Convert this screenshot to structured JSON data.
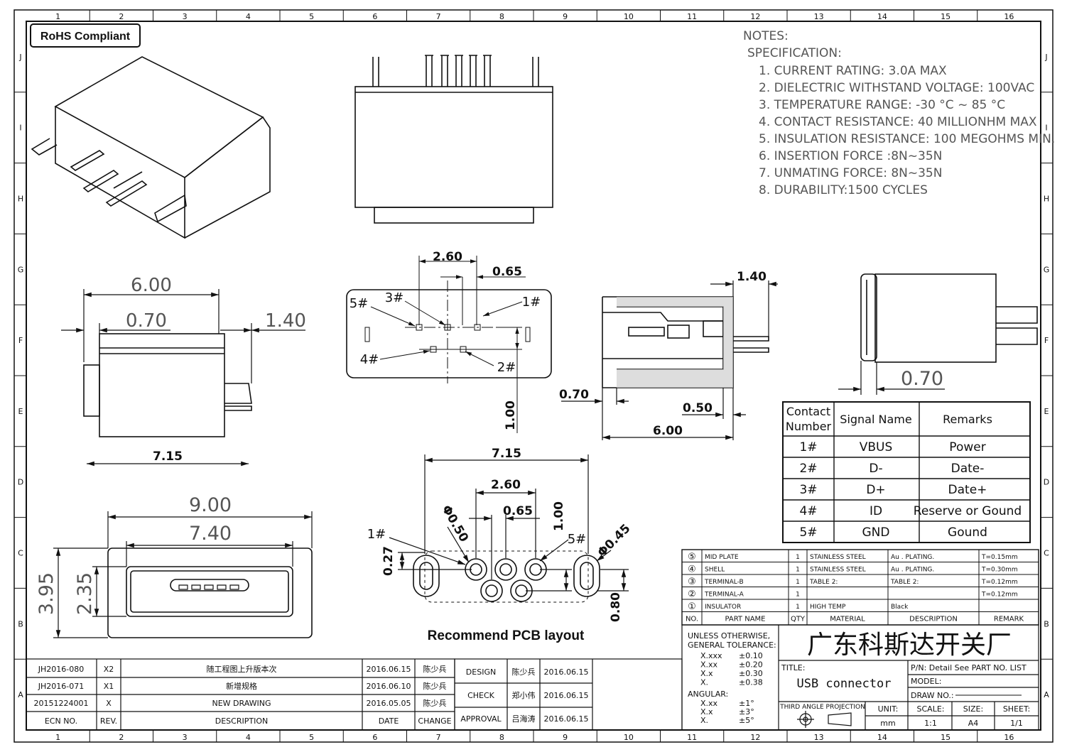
{
  "rohs": "RoHS Compliant",
  "grid": {
    "columns": [
      "1",
      "2",
      "3",
      "4",
      "5",
      "6",
      "7",
      "8",
      "9",
      "10",
      "11",
      "12",
      "13",
      "14",
      "15",
      "16"
    ],
    "rows": [
      "J",
      "I",
      "H",
      "G",
      "F",
      "E",
      "D",
      "C",
      "B",
      "A"
    ]
  },
  "notes": {
    "heading": "NOTES:",
    "subheading": "SPECIFICATION:",
    "items": [
      "1. CURRENT RATING: 3.0A MAX",
      "2. DIELECTRIC WITHSTAND VOLTAGE: 100VAC",
      "3. TEMPERATURE RANGE: -30 °C ~ 85 °C",
      "4. CONTACT RESISTANCE: 40 MILLIONHM MAX",
      "5. INSULATION RESISTANCE: 100 MEGOHMS MIN.",
      "6.  INSERTION  FORCE  :8N~35N",
      "7.  UNMATING  FORCE:  8N~35N",
      "8.  DURABILITY:1500  CYCLES"
    ]
  },
  "dims": {
    "side_width": "6.00",
    "side_gap": "0.70",
    "side_tail": "1.40",
    "side_total": "7.15",
    "front_width": "9.00",
    "front_inner": "7.40",
    "front_height": "3.95",
    "front_inner_h": "2.35",
    "pin_pitch_a": "2.60",
    "pin_pitch_b": "0.65",
    "pin_row": "1.00",
    "sec_tail": "1.40",
    "sec_a": "0.70",
    "sec_b": "0.50",
    "sec_len": "6.00",
    "right_gap": "0.70",
    "pcb_total": "7.15",
    "pcb_a": "2.60",
    "pcb_b": "0.65",
    "pcb_row": "1.00",
    "pcb_slot": "0.27",
    "pcb_hole_a": "Φ0.50",
    "pcb_hole_b": "Φ0.45",
    "pcb_height": "0.80"
  },
  "pins": {
    "p1": "1#",
    "p2": "2#",
    "p3": "3#",
    "p4": "4#",
    "p5": "5#"
  },
  "pcb_caption": "Recommend PCB layout",
  "pcb_labels": {
    "p1": "1#",
    "p5": "5#"
  },
  "signal_table": {
    "headers": [
      "Contact Number",
      "Signal Name",
      "Remarks"
    ],
    "rows": [
      [
        "1#",
        "VBUS",
        "Power"
      ],
      [
        "2#",
        "D-",
        "Date-"
      ],
      [
        "3#",
        "D+",
        "Date+"
      ],
      [
        "4#",
        "ID",
        "Reserve or Gound"
      ],
      [
        "5#",
        "GND",
        "Gound"
      ]
    ]
  },
  "parts": {
    "rows": [
      {
        "no": "⑤",
        "name": "MID PLATE",
        "qty": "1",
        "material": "STAINLESS STEEL",
        "desc": "Au . PLATING.",
        "remark": "T=0.15mm"
      },
      {
        "no": "④",
        "name": "SHELL",
        "qty": "1",
        "material": "STAINLESS STEEL",
        "desc": "Au . PLATING.",
        "remark": "T=0.30mm"
      },
      {
        "no": "③",
        "name": "TERMINAL-B",
        "qty": "1",
        "material": "TABLE 2:",
        "desc": "TABLE 2:",
        "remark": "T=0.12mm"
      },
      {
        "no": "②",
        "name": "TERMINAL-A",
        "qty": "1",
        "material": "",
        "desc": "",
        "remark": "T=0.12mm"
      },
      {
        "no": "①",
        "name": "INSULATOR",
        "qty": "1",
        "material": "HIGH TEMP",
        "desc": "Black",
        "remark": ""
      }
    ],
    "headers": [
      "NO.",
      "PART NAME",
      "QTY",
      "MATERIAL",
      "DESCRIPTION",
      "REMARK"
    ]
  },
  "tolerance": {
    "title1": "UNLESS OTHERWISE,",
    "title2": "GENERAL TOLERANCE:",
    "rows": [
      [
        "X.xxx",
        "±0.10"
      ],
      [
        "X.xx",
        "±0.20"
      ],
      [
        "X.x",
        "±0.30"
      ],
      [
        "X.",
        "±0.38"
      ]
    ],
    "angular": "ANGULAR:",
    "arows": [
      [
        "X.xx",
        "±1°"
      ],
      [
        "X.x",
        "±3°"
      ],
      [
        "X.",
        "±5°"
      ]
    ]
  },
  "company": "广东科斯达开关厂",
  "title_label": "TITLE:",
  "title_value": "USB connector",
  "pn": "P/N: Detail See PART NO. LIST",
  "model": "MODEL:",
  "drawno": "DRAW NO.:",
  "projection": "THIRD ANGLE PROJECTION",
  "unit": {
    "label": "UNIT:",
    "value": "mm"
  },
  "scale": {
    "label": "SCALE:",
    "value": "1:1"
  },
  "size": {
    "label": "SIZE:",
    "value": "A4"
  },
  "sheet": {
    "label": "SHEET:",
    "value": "1/1"
  },
  "approvals": [
    {
      "role": "DESIGN",
      "name": "陈少兵",
      "date": "2016.06.15"
    },
    {
      "role": "CHECK",
      "name": "郑小伟",
      "date": "2016.06.15"
    },
    {
      "role": "APPROVAL",
      "name": "吕海涛",
      "date": "2016.06.15"
    }
  ],
  "revisions": [
    {
      "ecn": "JH2016-080",
      "rev": "X2",
      "desc": "随工程图上升版本次",
      "date": "2016.06.15",
      "by": "陈少兵"
    },
    {
      "ecn": "JH2016-071",
      "rev": "X1",
      "desc": "新增规格",
      "date": "2016.06.10",
      "by": "陈少兵"
    },
    {
      "ecn": "20151224001",
      "rev": "X",
      "desc": "NEW DRAWING",
      "date": "2016.05.05",
      "by": "陈少兵"
    }
  ],
  "rev_headers": [
    "ECN NO.",
    "REV.",
    "DESCRIPTION",
    "DATE",
    "CHANGE"
  ]
}
